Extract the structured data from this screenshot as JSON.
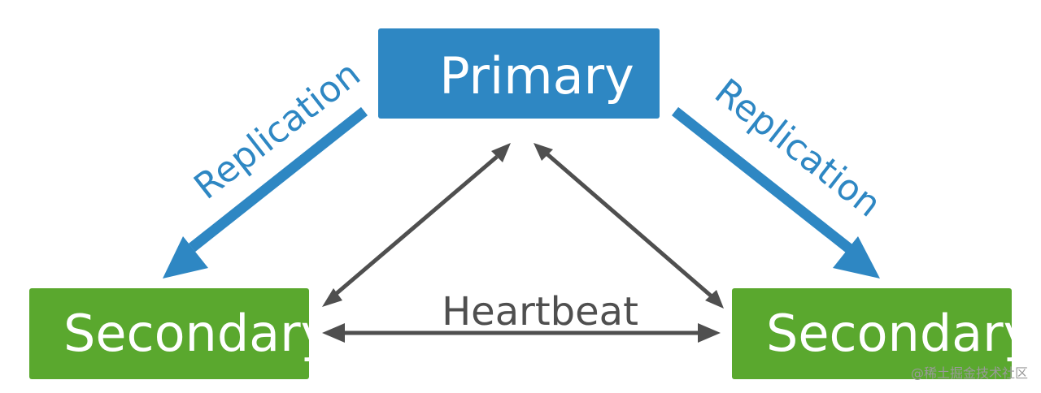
{
  "nodes": {
    "primary": {
      "label": "Primary",
      "color": "#2e87c3"
    },
    "secondary_left": {
      "label": "Secondary",
      "color": "#5aa82e"
    },
    "secondary_right": {
      "label": "Secondary",
      "color": "#5aa82e"
    }
  },
  "edges": {
    "replication_left": {
      "label": "Replication",
      "color": "#2e87c3"
    },
    "replication_right": {
      "label": "Replication",
      "color": "#2e87c3"
    },
    "heartbeat": {
      "label": "Heartbeat",
      "color": "#4f4f4f"
    }
  },
  "watermark": "@稀土掘金技术社区"
}
